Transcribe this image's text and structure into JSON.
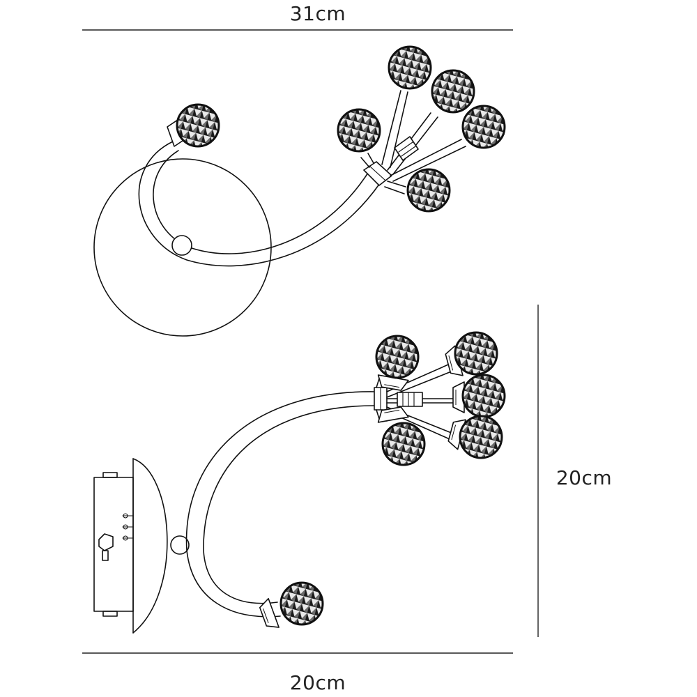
{
  "dimensions": {
    "width_top": "31cm",
    "height_right": "20cm",
    "width_bottom": "20cm"
  },
  "colors": {
    "line": "#111111",
    "crystal": "#1a1a1a",
    "background": "#ffffff"
  }
}
